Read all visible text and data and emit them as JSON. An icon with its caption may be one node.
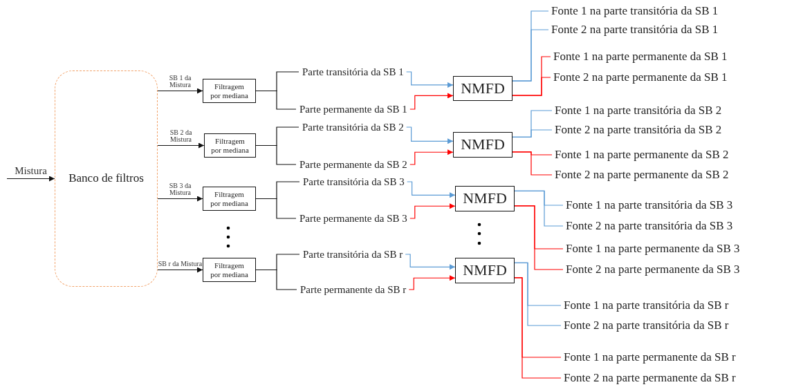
{
  "diagram": {
    "nodes": [
      {
        "text": [
          "Banco de filtros"
        ]
      },
      {
        "text": [
          "Filtragem por mediana"
        ]
      },
      {
        "text": [
          "Parte transitória da SB 1"
        ]
      },
      {
        "text": [
          "Parte permanente da SB 1"
        ]
      },
      {
        "text": [
          "NMFD"
        ]
      },
      {
        "text": [
          "Fonte 1 na parte transitória da SB 1"
        ]
      },
      {
        "text": [
          "Fonte 2 na parte transitória da SB 1"
        ]
      },
      {
        "text": [
          "Fonte 1 na parte permanente da SB 1"
        ]
      },
      {
        "text": [
          "Fonte 2 na parte permanente da SB 1"
        ]
      },
      {
        "text": [
          "Filtragem por mediana"
        ]
      },
      {
        "text": [
          "Parte transitória da SB 2"
        ]
      },
      {
        "text": [
          "Parte permanente da SB 2"
        ]
      },
      {
        "text": [
          "NMFD"
        ]
      },
      {
        "text": [
          "Fonte 1 na parte transitória da SB 2"
        ]
      },
      {
        "text": [
          "Fonte 2 na parte transitória da SB 2"
        ]
      },
      {
        "text": [
          "Fonte 1 na parte permanente da SB 2"
        ]
      },
      {
        "text": [
          "Fonte 2 na parte permanente da SB 2"
        ]
      },
      {
        "text": [
          "Filtragem por mediana"
        ]
      },
      {
        "text": [
          "Parte transitória da SB 3"
        ]
      },
      {
        "text": [
          "Parte permanente da SB 3"
        ]
      },
      {
        "text": [
          "NMFD"
        ]
      },
      {
        "text": [
          "Fonte 1 na parte transitória da SB 3"
        ]
      },
      {
        "text": [
          "Fonte 2 na parte transitória da SB 3"
        ]
      },
      {
        "text": [
          "Fonte 1 na parte permanente da SB 3"
        ]
      },
      {
        "text": [
          "Fonte 2 na parte permanente da SB 3"
        ]
      },
      {
        "text": [
          "Filtragem por mediana"
        ]
      },
      {
        "text": [
          "Parte transitória da SB r"
        ]
      },
      {
        "text": [
          "Parte permanente da SB r"
        ]
      },
      {
        "text": [
          "NMFD"
        ]
      },
      {
        "text": [
          "Fonte 1 na parte transitória da SB r"
        ]
      },
      {
        "text": [
          "Fonte 2 na parte transitória da SB r"
        ]
      },
      {
        "text": [
          "Fonte 1 na parte permanente da SB r"
        ]
      },
      {
        "text": [
          "Fonte 2 na parte permanente da SB r"
        ]
      }
    ],
    "edges": [
      {
        "from": null,
        "to": 0,
        "arrow": "to",
        "label": "Mistura"
      },
      {
        "from": 0,
        "to": 1,
        "arrow": "to",
        "label": "SB 1 da Mistura"
      },
      {
        "from": 1,
        "to": 2,
        "arrow": "none"
      },
      {
        "from": 1,
        "to": 3,
        "arrow": "none"
      },
      {
        "from": 2,
        "to": 4,
        "arrow": "to",
        "color": "#5b9bd5"
      },
      {
        "from": 3,
        "to": 4,
        "arrow": "to",
        "color": "#ff0000"
      },
      {
        "from": 4,
        "to": 5,
        "arrow": "none",
        "color": "#5b9bd5"
      },
      {
        "from": 4,
        "to": 6,
        "arrow": "none",
        "color": "#5b9bd5"
      },
      {
        "from": 4,
        "to": 7,
        "arrow": "none",
        "color": "#ff0000"
      },
      {
        "from": 4,
        "to": 8,
        "arrow": "none",
        "color": "#ff0000"
      },
      {
        "from": 0,
        "to": 9,
        "arrow": "to",
        "label": "SB 2 da Mistura"
      },
      {
        "from": 9,
        "to": 10,
        "arrow": "none"
      },
      {
        "from": 9,
        "to": 11,
        "arrow": "none"
      },
      {
        "from": 10,
        "to": 12,
        "arrow": "to",
        "color": "#5b9bd5"
      },
      {
        "from": 11,
        "to": 12,
        "arrow": "to",
        "color": "#ff0000"
      },
      {
        "from": 12,
        "to": 13,
        "arrow": "none",
        "color": "#5b9bd5"
      },
      {
        "from": 12,
        "to": 14,
        "arrow": "none",
        "color": "#5b9bd5"
      },
      {
        "from": 12,
        "to": 15,
        "arrow": "none",
        "color": "#ff0000"
      },
      {
        "from": 12,
        "to": 16,
        "arrow": "none",
        "color": "#ff0000"
      },
      {
        "from": 0,
        "to": 17,
        "arrow": "to",
        "label": "SB 3 da Mistura"
      },
      {
        "from": 17,
        "to": 18,
        "arrow": "none"
      },
      {
        "from": 17,
        "to": 19,
        "arrow": "none"
      },
      {
        "from": 18,
        "to": 20,
        "arrow": "to",
        "color": "#5b9bd5"
      },
      {
        "from": 19,
        "to": 20,
        "arrow": "to",
        "color": "#ff0000"
      },
      {
        "from": 20,
        "to": 21,
        "arrow": "none",
        "color": "#5b9bd5"
      },
      {
        "from": 20,
        "to": 22,
        "arrow": "none",
        "color": "#5b9bd5"
      },
      {
        "from": 20,
        "to": 23,
        "arrow": "none",
        "color": "#ff0000"
      },
      {
        "from": 20,
        "to": 24,
        "arrow": "none",
        "color": "#ff0000"
      },
      {
        "from": 0,
        "to": 25,
        "arrow": "to",
        "label": "SB r da Mistura"
      },
      {
        "from": 25,
        "to": 26,
        "arrow": "none"
      },
      {
        "from": 25,
        "to": 27,
        "arrow": "none"
      },
      {
        "from": 26,
        "to": 28,
        "arrow": "to",
        "color": "#5b9bd5"
      },
      {
        "from": 27,
        "to": 28,
        "arrow": "to",
        "color": "#ff0000"
      },
      {
        "from": 28,
        "to": 29,
        "arrow": "none",
        "color": "#5b9bd5"
      },
      {
        "from": 28,
        "to": 30,
        "arrow": "none",
        "color": "#5b9bd5"
      },
      {
        "from": 28,
        "to": 31,
        "arrow": "none",
        "color": "#ff0000"
      },
      {
        "from": 28,
        "to": 32,
        "arrow": "none",
        "color": "#ff0000"
      }
    ]
  }
}
